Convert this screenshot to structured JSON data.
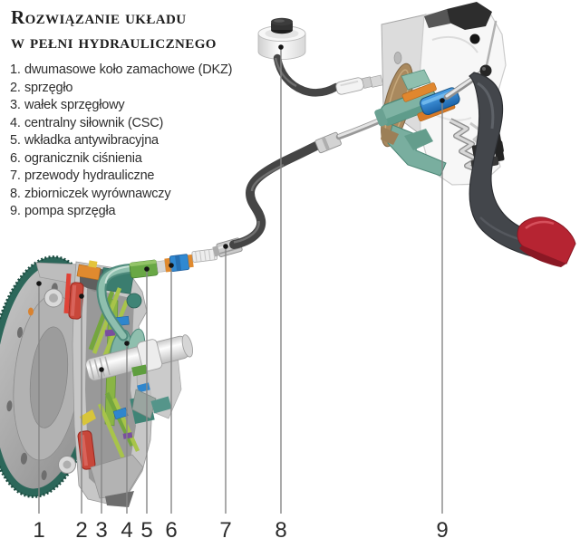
{
  "title": {
    "line1": "Rozwiązanie układu",
    "line2": "w pełni hydraulicznego"
  },
  "legend": {
    "items": [
      {
        "num": "1.",
        "label": "dwumasowe koło zamachowe (DKZ)"
      },
      {
        "num": "2.",
        "label": "sprzęgło"
      },
      {
        "num": "3.",
        "label": "wałek sprzęgłowy"
      },
      {
        "num": "4.",
        "label": "centralny siłownik (CSC)"
      },
      {
        "num": "5.",
        "label": "wkładka antywibracyjna"
      },
      {
        "num": "6.",
        "label": "ogranicznik ciśnienia"
      },
      {
        "num": "7.",
        "label": "przewody hydrauliczne"
      },
      {
        "num": "8.",
        "label": "zbiorniczek wyrównawczy"
      },
      {
        "num": "9.",
        "label": "pompa sprzęgła"
      }
    ]
  },
  "callouts": [
    {
      "label": "1",
      "part": "dwumasowe koło zamachowe (DKZ)"
    },
    {
      "label": "2",
      "part": "sprzęgło"
    },
    {
      "label": "3",
      "part": "wałek sprzęgłowy"
    },
    {
      "label": "4",
      "part": "centralny siłownik (CSC)"
    },
    {
      "label": "5",
      "part": "wkładka antywibracyjna"
    },
    {
      "label": "6",
      "part": "ogranicznik ciśnienia"
    },
    {
      "label": "7",
      "part": "przewody hydrauliczne"
    },
    {
      "label": "8",
      "part": "zbiorniczek wyrównawczy"
    },
    {
      "label": "9",
      "part": "pompa sprzęgła"
    }
  ],
  "colors": {
    "background": "#ffffff",
    "flywheel_ring_teal": "#2c675a",
    "metal_gray": "#a2a2a2",
    "spring_red": "#c8473a",
    "diaphragm_lime": "#a8c44a",
    "diaphragm_green": "#74a63e",
    "csc_teal": "#7fb3a4",
    "fitting_green": "#69a845",
    "fitting_orange": "#e0872e",
    "fitting_blue": "#3089d2",
    "hose_dark": "#454545",
    "pedal_dark": "#43464b",
    "pedal_pad_red": "#b62432",
    "bracket_white": "#f7f7f7",
    "firewall_brown": "#a9895e",
    "callout_line": "#868686",
    "text_dark": "#2d2d2d"
  }
}
